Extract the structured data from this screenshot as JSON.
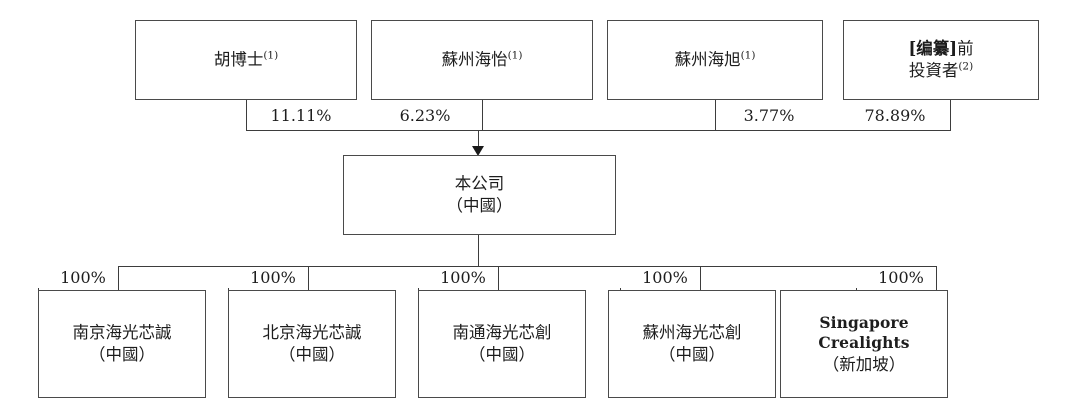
{
  "diagram": {
    "title": "Shareholding and corporate structure chart",
    "type": "org-chart",
    "line_color": "#3d3d3d",
    "box_border_color": "#4a4a4a",
    "background": "#ffffff"
  },
  "shareholders": [
    {
      "id": "shareholder-hu-boshi",
      "line1": "胡博士",
      "sup1": "(1)",
      "line2": "",
      "sup2": "",
      "percent": "11.11%"
    },
    {
      "id": "shareholder-suzhou-haiyi",
      "line1": "蘇州海怡",
      "sup1": "(1)",
      "line2": "",
      "sup2": "",
      "percent": "6.23%"
    },
    {
      "id": "shareholder-suzhou-haixu",
      "line1": "蘇州海旭",
      "sup1": "(1)",
      "line2": "",
      "sup2": "",
      "percent": "3.77%"
    },
    {
      "id": "shareholder-pre-ipo-investors",
      "line1_bold": "[编纂]",
      "line1": "前",
      "sup1": "",
      "line2": "投資者",
      "sup2": "(2)",
      "percent": "78.89%"
    }
  ],
  "company": {
    "id": "the-company",
    "line1": "本公司",
    "line2": "（中國）"
  },
  "subsidiaries": [
    {
      "id": "subsidiary-nanjing",
      "line1": "南京海光芯誠",
      "line2": "（中國）",
      "latin": false,
      "percent": "100%"
    },
    {
      "id": "subsidiary-beijing",
      "line1": "北京海光芯誠",
      "line2": "（中國）",
      "latin": false,
      "percent": "100%"
    },
    {
      "id": "subsidiary-nantong",
      "line1": "南通海光芯創",
      "line2": "（中國）",
      "latin": false,
      "percent": "100%"
    },
    {
      "id": "subsidiary-suzhou",
      "line1": "蘇州海光芯創",
      "line2": "（中國）",
      "latin": false,
      "percent": "100%"
    },
    {
      "id": "subsidiary-singapore",
      "line1": "Singapore",
      "line2": "Crealights",
      "line3": "（新加坡）",
      "latin": true,
      "percent": "100%"
    }
  ]
}
